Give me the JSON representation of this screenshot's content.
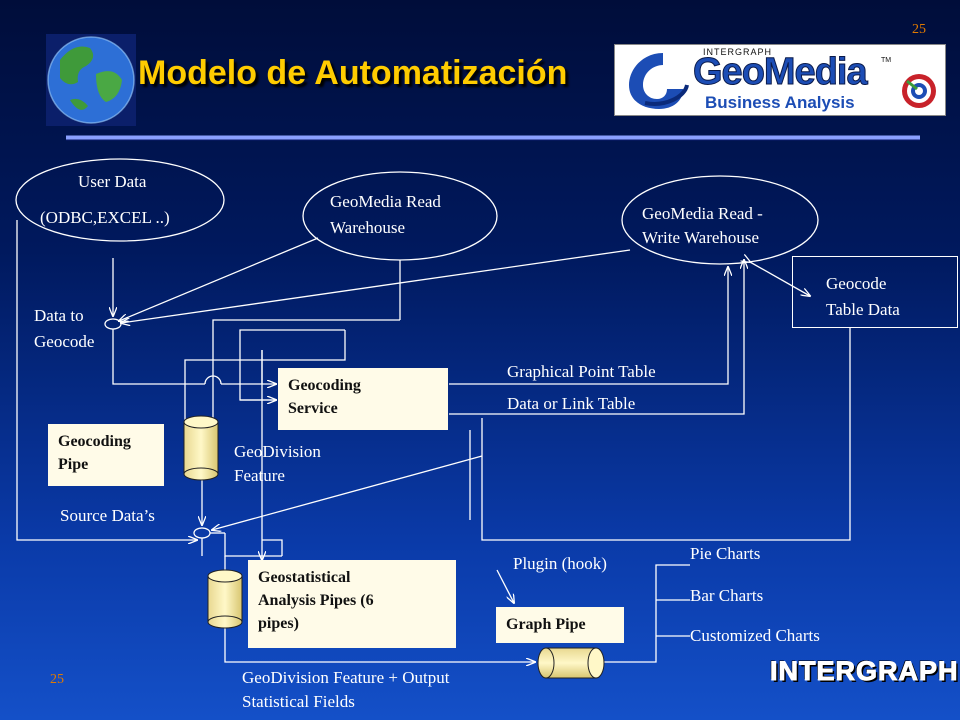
{
  "page_number": "25",
  "title": "Modelo de Automatización",
  "logo": {
    "brand_small": "INTERGRAPH",
    "brand": "GeoMedia",
    "product": "Business Analysis",
    "tm": "TM"
  },
  "footer_brand": "INTERGRAPH",
  "nodes": {
    "user_data": {
      "line1": "User Data",
      "line2": "(ODBC,EXCEL ..)"
    },
    "read_warehouse": {
      "line1": "GeoMedia Read",
      "line2": "Warehouse"
    },
    "rw_warehouse": {
      "line1": "GeoMedia Read -",
      "line2": "Write Warehouse"
    },
    "geocode_table": {
      "line1": "Geocode",
      "line2": "Table Data"
    },
    "geocoding_service": {
      "line1": "Geocoding",
      "line2": "Service"
    },
    "geocoding_pipe": {
      "line1": "Geocoding",
      "line2": "Pipe"
    },
    "geostatistical": {
      "line1": "Geostatistical",
      "line2": "Analysis Pipes (6",
      "line3": "pipes)"
    },
    "graph_pipe": {
      "label": "Graph Pipe"
    }
  },
  "labels": {
    "data_to_geocode_1": "Data to",
    "data_to_geocode_2": "Geocode",
    "graphical_point_table": "Graphical Point Table",
    "data_or_link_table": "Data or Link Table",
    "geodivision_feature_1": "GeoDivision",
    "geodivision_feature_2": "Feature",
    "source_datas": "Source Data’s",
    "plugin_hook": "Plugin (hook)",
    "pie_charts": "Pie Charts",
    "bar_charts": "Bar Charts",
    "customized_charts": "Customized Charts",
    "output_1": "GeoDivision Feature + Output",
    "output_2": "Statistical Fields"
  },
  "colors": {
    "title": "#ffcc00",
    "page_number": "#e07a00",
    "box_fill": "#fffbe8",
    "cylinder": "#fff3b0"
  }
}
